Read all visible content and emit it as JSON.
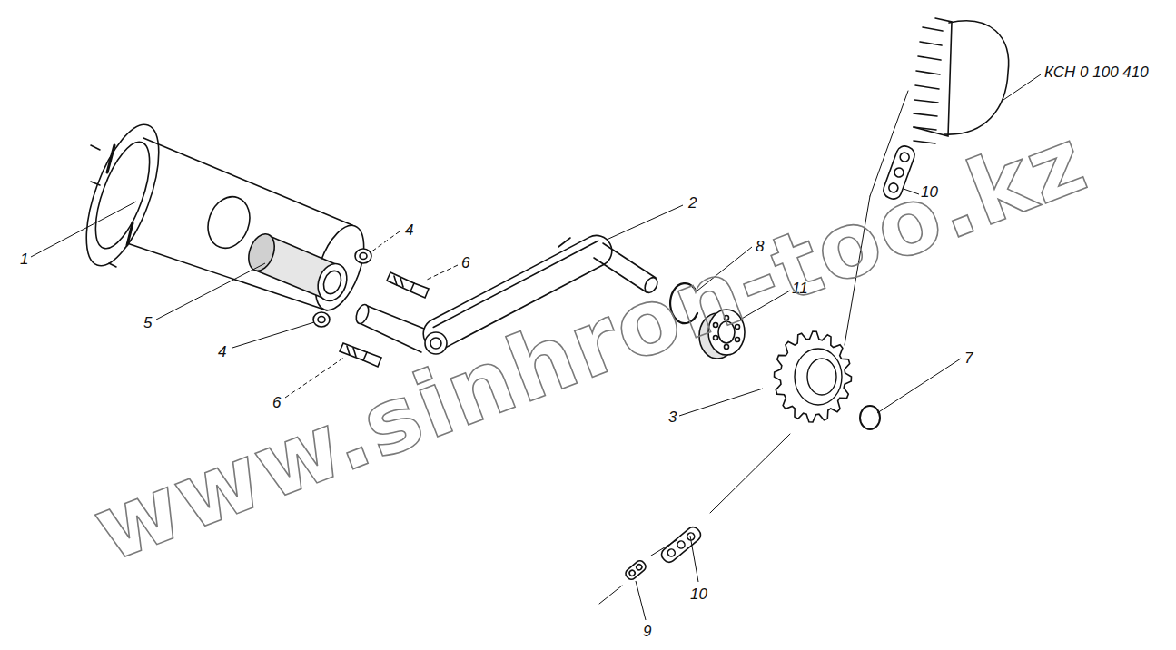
{
  "diagram": {
    "labels": [
      "1",
      "2",
      "3",
      "4",
      "4",
      "5",
      "6",
      "6",
      "7",
      "8",
      "9",
      "10",
      "10",
      "11",
      "КСН 0 100 410",
      "www.sinhron-too.kz"
    ]
  }
}
